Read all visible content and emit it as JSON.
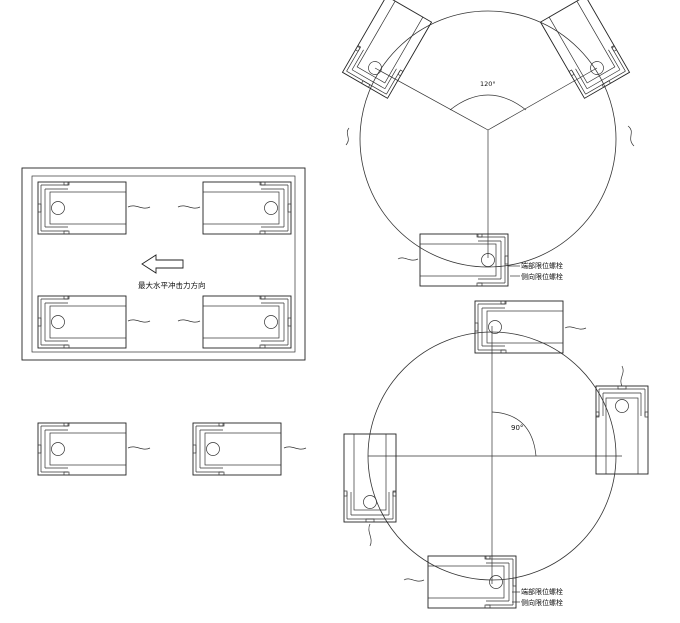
{
  "labels": {
    "arrow_label": "最大水平冲击力方向",
    "angle_top": "120°",
    "angle_bottom": "90°",
    "top_label_1": "端部限位螺栓",
    "top_label_2": "侧向限位螺栓",
    "bottom_label_1": "端部限位螺栓",
    "bottom_label_2": "侧向限位螺栓"
  },
  "icons": {
    "arrow": "left-arrow-icon"
  },
  "colors": {
    "stroke": "#222222",
    "background": "#ffffff"
  }
}
